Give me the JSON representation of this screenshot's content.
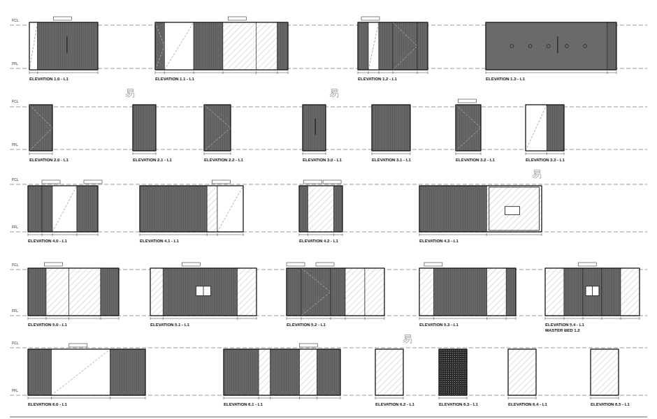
{
  "diagram": {
    "nodes": [
      {
        "text": [
          "ELEVATION 1.0 - L1"
        ]
      },
      {
        "text": [
          "ELEVATION 1.1 - L1"
        ]
      },
      {
        "text": [
          "ELEVATION 1.2 - L1"
        ]
      },
      {
        "text": [
          "ELEVATION 1.3 - L1"
        ]
      },
      {
        "text": [
          "ELEVATION 2.0 - L1"
        ]
      },
      {
        "text": [
          "ELEVATION 2.1 - L1"
        ]
      },
      {
        "text": [
          "ELEVATION 2.2 - L1"
        ]
      },
      {
        "text": [
          "ELEVATION 3.0 - L1"
        ]
      },
      {
        "text": [
          "ELEVATION 3.1 - L1"
        ]
      },
      {
        "text": [
          "ELEVATION 3.2 - L1"
        ]
      },
      {
        "text": [
          "ELEVATION 3.3 - L1"
        ]
      },
      {
        "text": [
          "ELEVATION 4.0 - L1"
        ]
      },
      {
        "text": [
          "ELEVATION 4.1 - L1"
        ]
      },
      {
        "text": [
          "ELEVATION 4.2 - L1"
        ]
      },
      {
        "text": [
          "ELEVATION 4.3 - L1"
        ]
      },
      {
        "text": [
          "ELEVATION 5.0 - L1"
        ]
      },
      {
        "text": [
          "ELEVATION 5.1 - L1"
        ]
      },
      {
        "text": [
          "ELEVATION 5.2 - L1"
        ]
      },
      {
        "text": [
          "ELEVATION 5.3 - L1"
        ]
      },
      {
        "text": [
          "ELEVATION 5.4 - L1",
          "MASTER BED 1.2"
        ]
      },
      {
        "text": [
          "ELEVATION 6.0 - L1"
        ]
      },
      {
        "text": [
          "ELEVATION 6.1 - L1"
        ]
      },
      {
        "text": [
          "ELEVATION 6.2 - L1"
        ]
      },
      {
        "text": [
          "ELEVATION 6.3 - L1"
        ]
      },
      {
        "text": [
          "ELEVATION 6.4 - L1"
        ]
      },
      {
        "text": [
          "ELEVATION 6.5 - L1"
        ]
      }
    ],
    "labels": [
      "FCL",
      "FFL",
      "FCL",
      "FFL",
      "FCL",
      "FFL",
      "FCL",
      "FFL",
      "FCL",
      "FFL",
      "易",
      "易",
      "易",
      "易"
    ]
  }
}
